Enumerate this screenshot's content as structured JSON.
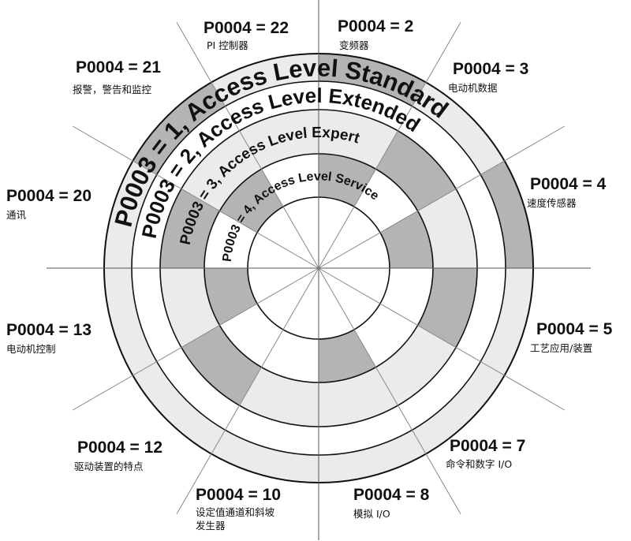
{
  "colors": {
    "shade": "#b4b4b4",
    "light": "#ebebeb",
    "line": "#111111",
    "spoke": "#888888"
  },
  "levels": [
    {
      "label": "P0003 = 1, Access Level Standard"
    },
    {
      "label": "P0003 = 2, Access Level Extended"
    },
    {
      "label": "P0003 = 3, Access Level Expert"
    },
    {
      "label": "P0003 = 4, Access Level Service"
    }
  ],
  "groups": [
    {
      "code": "P0004 = 22",
      "desc": [
        "PI 控制器"
      ]
    },
    {
      "code": "P0004 = 2",
      "desc": [
        "变频器"
      ]
    },
    {
      "code": "P0004 = 3",
      "desc": [
        "电动机数据"
      ]
    },
    {
      "code": "P0004 = 4",
      "desc": [
        "速度传感器"
      ]
    },
    {
      "code": "P0004 = 5",
      "desc": [
        "工艺应用/装置"
      ]
    },
    {
      "code": "P0004 = 7",
      "desc": [
        "命令和数字 I/O"
      ]
    },
    {
      "code": "P0004 = 8",
      "desc": [
        "模拟 I/O"
      ]
    },
    {
      "code": "P0004 = 10",
      "desc": [
        "设定值通道和斜坡",
        "发生器"
      ]
    },
    {
      "code": "P0004 = 12",
      "desc": [
        "驱动装置的特点"
      ]
    },
    {
      "code": "P0004 = 13",
      "desc": [
        "电动机控制"
      ]
    },
    {
      "code": "P0004 = 20",
      "desc": [
        "通讯"
      ]
    },
    {
      "code": "P0004 = 21",
      "desc": [
        "报警，警告和监控"
      ]
    }
  ]
}
